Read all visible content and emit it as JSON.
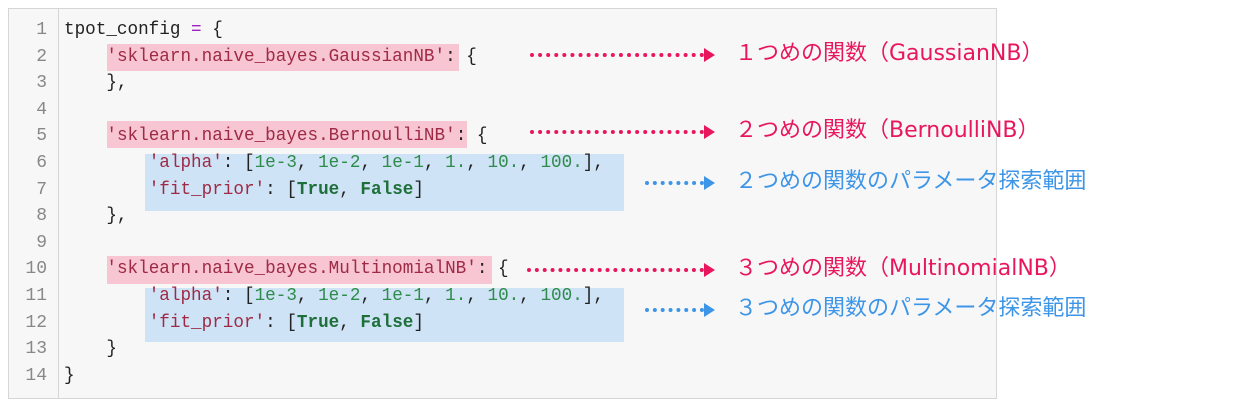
{
  "colors": {
    "pink": "#e8175d",
    "blue": "#3d95e8"
  },
  "code": {
    "lines": [
      [
        [
          "tpot_config ",
          ""
        ],
        [
          "=",
          "o"
        ],
        [
          " {",
          ""
        ]
      ],
      [
        [
          "    ",
          ""
        ],
        [
          "'sklearn.naive_bayes.GaussianNB'",
          "s"
        ],
        [
          ": {",
          ""
        ]
      ],
      [
        [
          "    },",
          ""
        ]
      ],
      [],
      [
        [
          "    ",
          ""
        ],
        [
          "'sklearn.naive_bayes.BernoulliNB'",
          "s"
        ],
        [
          ": {",
          ""
        ]
      ],
      [
        [
          "        ",
          ""
        ],
        [
          "'alpha'",
          "s"
        ],
        [
          ": [",
          ""
        ],
        [
          "1e-3",
          "n"
        ],
        [
          ", ",
          ""
        ],
        [
          "1e-2",
          "n"
        ],
        [
          ", ",
          ""
        ],
        [
          "1e-1",
          "n"
        ],
        [
          ", ",
          ""
        ],
        [
          "1.",
          "n"
        ],
        [
          ", ",
          ""
        ],
        [
          "10.",
          "n"
        ],
        [
          ", ",
          ""
        ],
        [
          "100.",
          "n"
        ],
        [
          "],",
          ""
        ]
      ],
      [
        [
          "        ",
          ""
        ],
        [
          "'fit_prior'",
          "s"
        ],
        [
          ": [",
          ""
        ],
        [
          "True",
          "k"
        ],
        [
          ", ",
          ""
        ],
        [
          "False",
          "k"
        ],
        [
          "]",
          ""
        ]
      ],
      [
        [
          "    },",
          ""
        ]
      ],
      [],
      [
        [
          "    ",
          ""
        ],
        [
          "'sklearn.naive_bayes.MultinomialNB'",
          "s"
        ],
        [
          ": {",
          ""
        ]
      ],
      [
        [
          "        ",
          ""
        ],
        [
          "'alpha'",
          "s"
        ],
        [
          ": [",
          ""
        ],
        [
          "1e-3",
          "n"
        ],
        [
          ", ",
          ""
        ],
        [
          "1e-2",
          "n"
        ],
        [
          ", ",
          ""
        ],
        [
          "1e-1",
          "n"
        ],
        [
          ", ",
          ""
        ],
        [
          "1.",
          "n"
        ],
        [
          ", ",
          ""
        ],
        [
          "10.",
          "n"
        ],
        [
          ", ",
          ""
        ],
        [
          "100.",
          "n"
        ],
        [
          "],",
          ""
        ]
      ],
      [
        [
          "        ",
          ""
        ],
        [
          "'fit_prior'",
          "s"
        ],
        [
          ": [",
          ""
        ],
        [
          "True",
          "k"
        ],
        [
          ", ",
          ""
        ],
        [
          "False",
          "k"
        ],
        [
          "]",
          ""
        ]
      ],
      [
        [
          "    }",
          ""
        ]
      ],
      [
        [
          "}",
          ""
        ]
      ]
    ],
    "line_numbers": [
      "1",
      "2",
      "3",
      "4",
      "5",
      "6",
      "7",
      "8",
      "9",
      "10",
      "11",
      "12",
      "13",
      "14"
    ]
  },
  "annotations": [
    {
      "text": "１つめの関数（GaussianNB）",
      "color": "pink"
    },
    {
      "text": "２つめの関数（BernoulliNB）",
      "color": "pink"
    },
    {
      "text": "２つめの関数のパラメータ探索範囲",
      "color": "blue"
    },
    {
      "text": "３つめの関数（MultinomialNB）",
      "color": "pink"
    },
    {
      "text": "３つめの関数のパラメータ探索範囲",
      "color": "blue"
    }
  ]
}
